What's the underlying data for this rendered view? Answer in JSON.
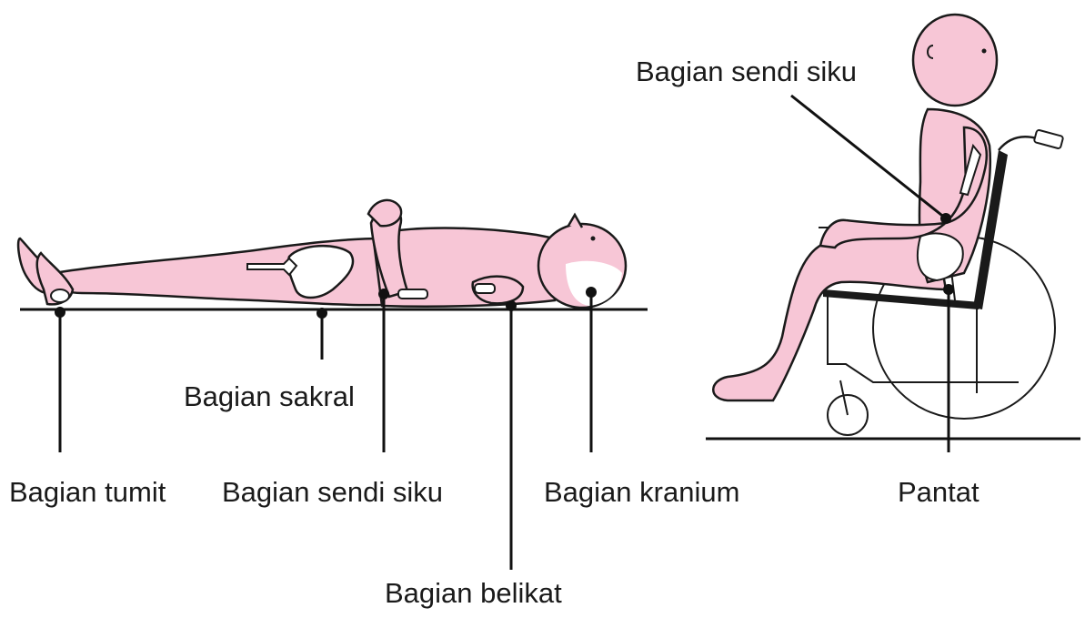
{
  "colors": {
    "skin": "#f7c6d6",
    "bone": "#ffffff",
    "outline": "#1a1a1a",
    "line": "#111111",
    "background": "#ffffff"
  },
  "labels": {
    "tumit": "Bagian tumit",
    "sakral": "Bagian sakral",
    "sendi_siku_lying": "Bagian sendi siku",
    "belikat": "Bagian belikat",
    "kranium": "Bagian kranium",
    "sendi_siku_seated": "Bagian sendi siku",
    "pantat": "Pantat"
  }
}
